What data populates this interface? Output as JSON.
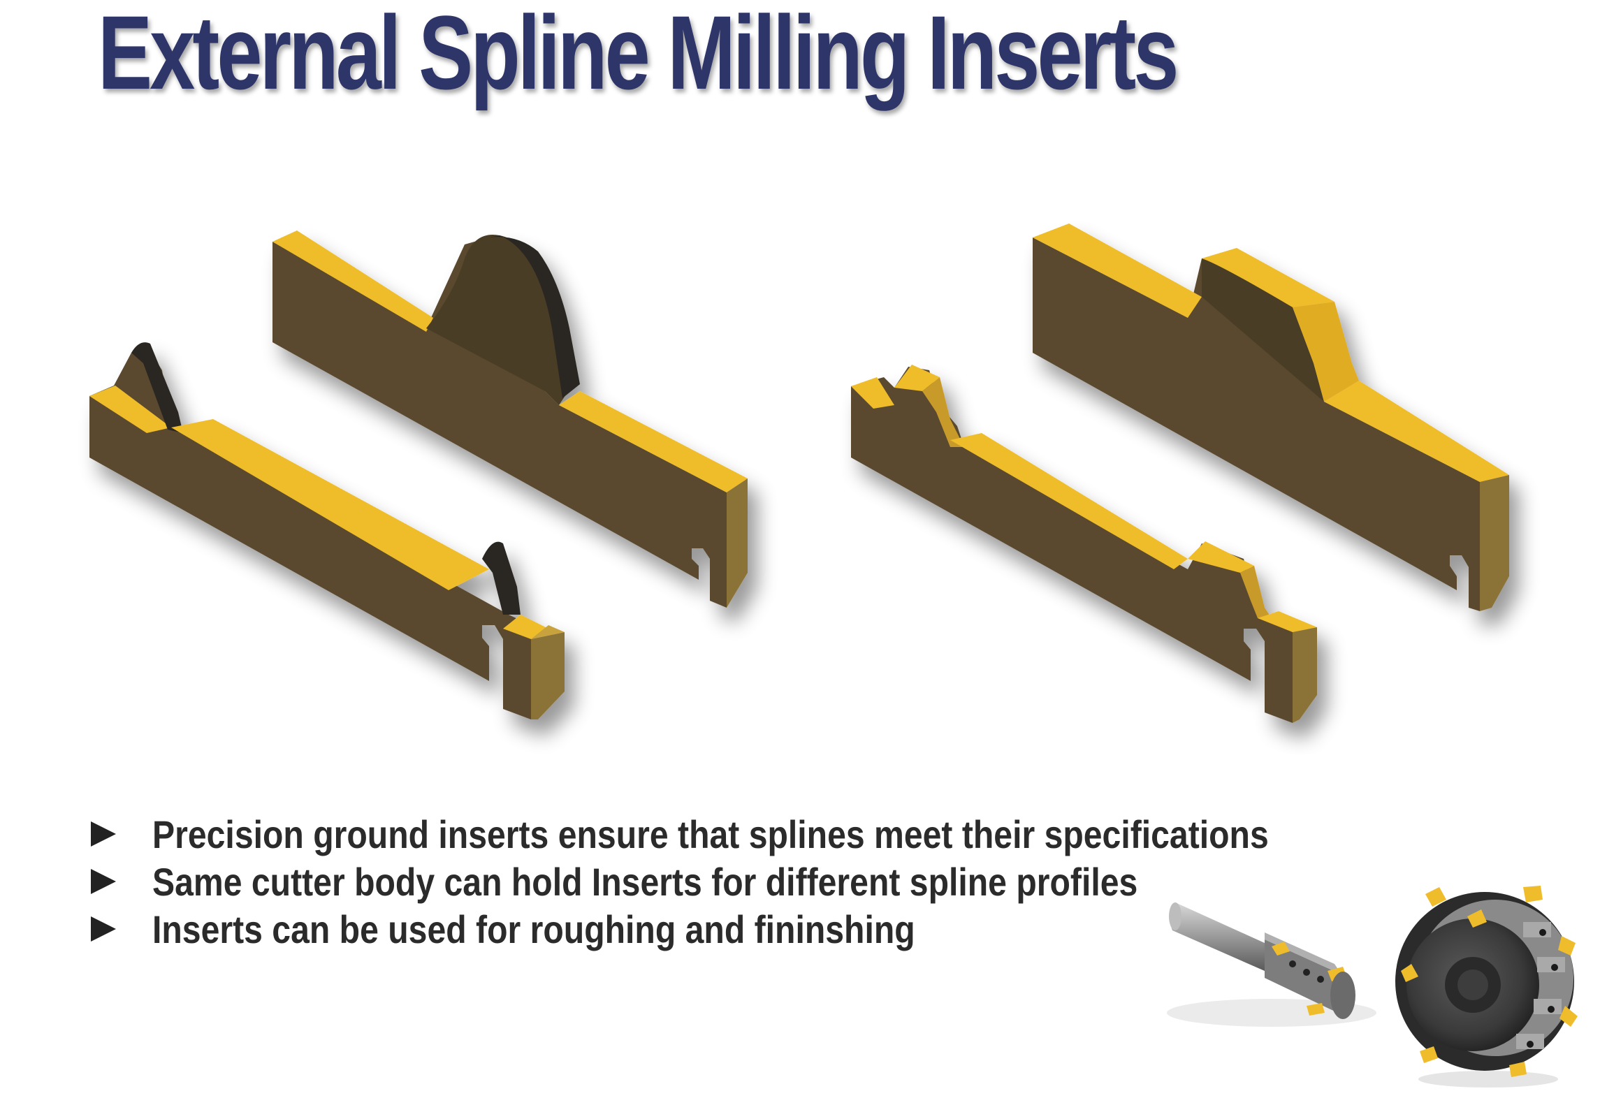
{
  "title": "External Spline Milling Inserts",
  "bullets": [
    "Precision ground inserts ensure that splines meet their specifications",
    "Same cutter body can hold Inserts for different spline profiles",
    "Inserts can be used for roughing and fininshing"
  ],
  "icons": {
    "bullet": "triangle-right-icon"
  },
  "colors": {
    "title": "#2e3569",
    "insert_top": "#efbc2b",
    "insert_side": "#5a4a2f",
    "insert_end": "#8b7339",
    "insert_dark_face": "#2a2620",
    "text": "#2b2b2b"
  }
}
